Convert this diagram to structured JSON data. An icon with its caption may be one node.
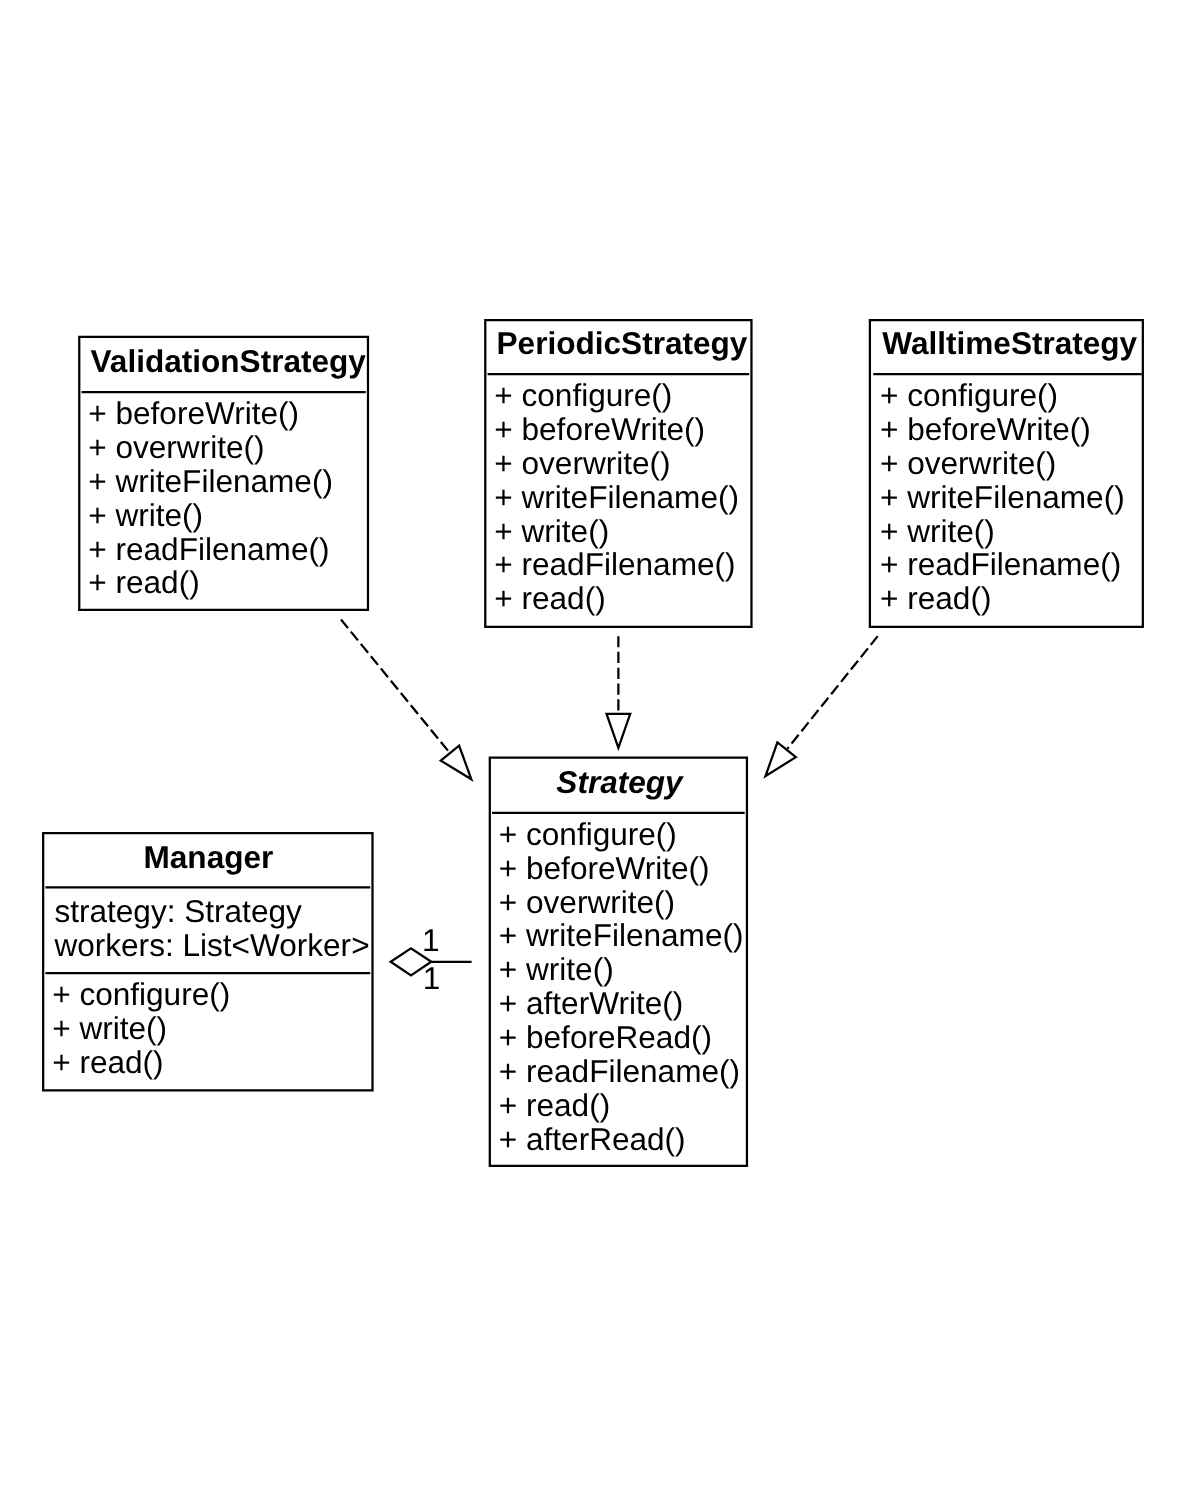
{
  "diagram": {
    "nodes": [
      {
        "text": [
          "Manager",
          "strategy: Strategy",
          "workers: List<Worker>",
          "+ configure()",
          "+ write()",
          "+ read()"
        ]
      },
      {
        "text": [
          "Strategy",
          "+ configure()",
          "+ beforeWrite()",
          "+ overwrite()",
          "+ writeFilename()",
          "+ write()",
          "+ afterWrite()",
          "+ beforeRead()",
          "+ readFilename()",
          "+ read()",
          "+ afterRead()"
        ]
      },
      {
        "text": [
          "ValidationStrategy",
          "+ beforeWrite()",
          "+ overwrite()",
          "+ writeFilename()",
          "+ write()",
          "+ readFilename()",
          "+ read()"
        ]
      },
      {
        "text": [
          "PeriodicStrategy",
          "+ configure()",
          "+ beforeWrite()",
          "+ overwrite()",
          "+ writeFilename()",
          "+ write()",
          "+ readFilename()",
          "+ read()"
        ]
      },
      {
        "text": [
          "WalltimeStrategy",
          "+ configure()",
          "+ beforeWrite()",
          "+ overwrite()",
          "+ writeFilename()",
          "+ write()",
          "+ readFilename()",
          "+ read()"
        ]
      }
    ],
    "edges": [
      {
        "from": 0,
        "to": 1,
        "arrow": "other"
      },
      {
        "from": 2,
        "to": 1,
        "arrow": "to",
        "style": "dashed"
      },
      {
        "from": 3,
        "to": 1,
        "arrow": "to",
        "style": "dashed"
      },
      {
        "from": 4,
        "to": 1,
        "arrow": "to",
        "style": "dashed"
      }
    ],
    "labels": [
      "1",
      "1"
    ]
  }
}
